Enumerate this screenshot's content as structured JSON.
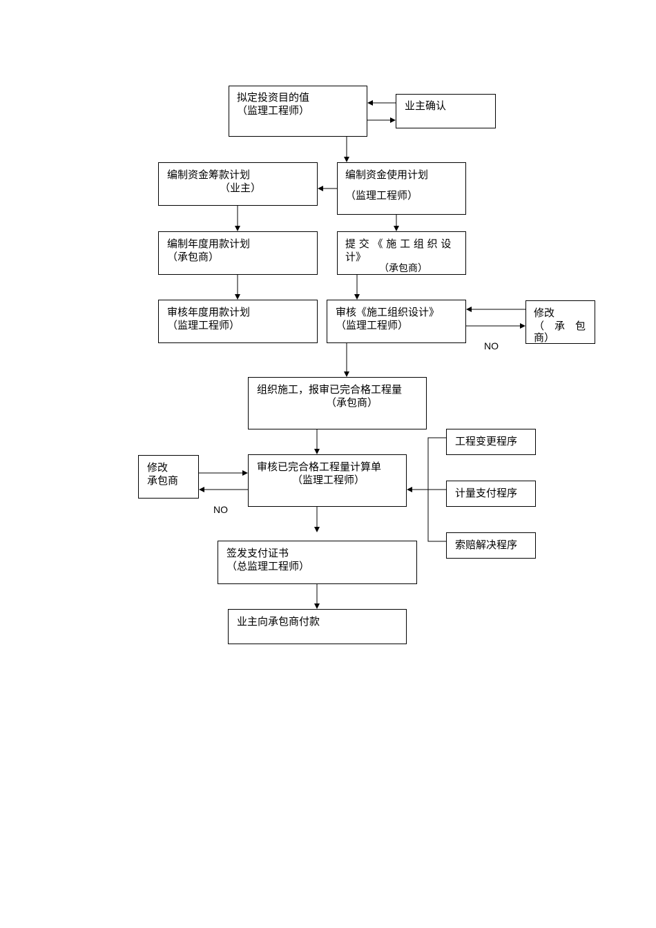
{
  "nodes": {
    "n1": [
      "拟定投资目的值",
      "（监理工程师）"
    ],
    "n2": [
      "业主确认"
    ],
    "n3": [
      "编制资金筹款计划",
      "（业主）"
    ],
    "n4": [
      "编制资金使用计划",
      "（监理工程师）"
    ],
    "n5": [
      "编制年度用款计划",
      "（承包商）"
    ],
    "n6": [
      "提 交 《 施 工 组 织 设",
      "计》",
      "（承包商）"
    ],
    "n7": [
      "审核年度用款计划",
      "（监理工程师）"
    ],
    "n8": [
      "审核《施工组织设计》",
      "（监理工程师）"
    ],
    "n9": [
      "修改",
      "（　承　包",
      "商）"
    ],
    "n10": [
      "组织施工，报审已完合格工程量",
      "（承包商）"
    ],
    "n11": [
      "修改",
      "承包商"
    ],
    "n12": [
      "审核已完合格工程量计算单",
      "（监理工程师）"
    ],
    "n13": [
      "工程变更程序"
    ],
    "n14": [
      "计量支付程序"
    ],
    "n15": [
      "索赔解决程序"
    ],
    "n16": [
      "签发支付证书",
      "（总监理工程师）"
    ],
    "n17": [
      "业主向承包商付款"
    ]
  },
  "edge_labels": {
    "no1": "NO",
    "no2": "NO"
  }
}
